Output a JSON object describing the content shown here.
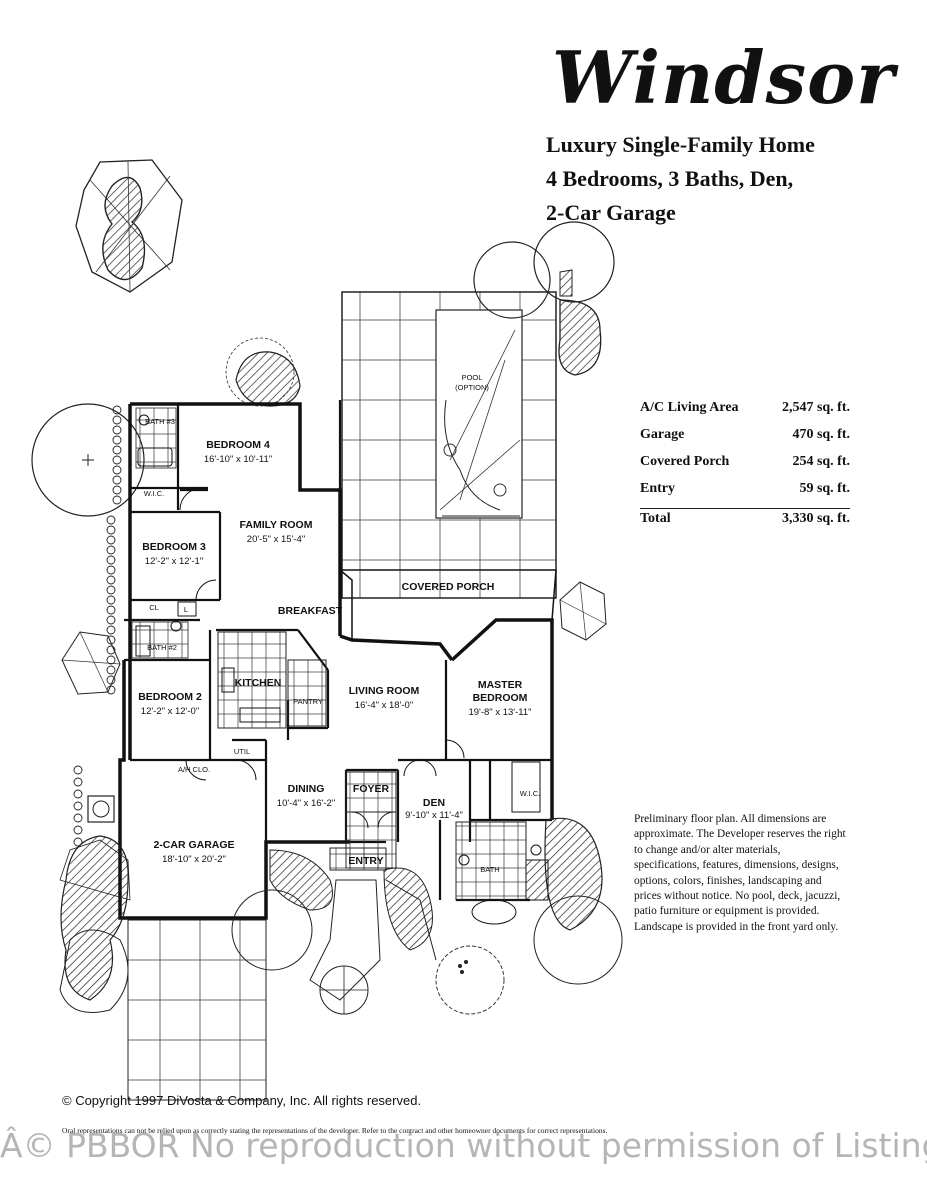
{
  "header": {
    "title": "Windsor",
    "line1": "Luxury Single-Family Home",
    "line2": "4 Bedrooms, 3 Baths, Den,",
    "line3": "2-Car Garage"
  },
  "areas": [
    {
      "label": "A/C Living Area",
      "value": "2,547 sq. ft."
    },
    {
      "label": "Garage",
      "value": "470 sq. ft."
    },
    {
      "label": "Covered Porch",
      "value": "254 sq. ft."
    },
    {
      "label": "Entry",
      "value": "59 sq. ft."
    }
  ],
  "total": {
    "label": "Total",
    "value": "3,330 sq. ft."
  },
  "disclaimer": "Preliminary floor plan. All dimensions are approximate. The Developer reserves the right to change and/or alter materials, specifications, features, dimensions, designs, options, colors, finishes, landscaping and prices without notice. No pool, deck, jacuzzi, patio furniture or equipment is provided. Landscape is provided in the front yard only.",
  "copyright": "© Copyright 1997 DiVosta & Company, Inc. All rights reserved.",
  "oral_note": "Oral representations can not be relied upon as correctly stating the representations of the developer. Refer to the contract and other homeowner documents for correct representations.",
  "watermark": "Â© PBBOR No reproduction without permission of Listing Brok",
  "rooms": {
    "bedroom4": {
      "name": "BEDROOM 4",
      "dim": "16'-10\" x 10'-11\""
    },
    "family": {
      "name": "FAMILY ROOM",
      "dim": "20'-5\" x 15'-4\""
    },
    "bedroom3": {
      "name": "BEDROOM 3",
      "dim": "12'-2\" x 12'-1\""
    },
    "breakfast": {
      "name": "BREAKFAST"
    },
    "covered_porch": {
      "name": "COVERED PORCH"
    },
    "pool": {
      "name": "POOL",
      "note": "(OPTION)"
    },
    "bath3": {
      "name": "BATH #3"
    },
    "wic1": {
      "name": "W.I.C."
    },
    "bath2": {
      "name": "BATH #2"
    },
    "kitchen": {
      "name": "KITCHEN"
    },
    "pantry": {
      "name": "PANTRY"
    },
    "living": {
      "name": "LIVING ROOM",
      "dim": "16'-4\" x 18'-0\""
    },
    "master": {
      "name": "MASTER",
      "name2": "BEDROOM",
      "dim": "19'-8\" x 13'-11\""
    },
    "bedroom2": {
      "name": "BEDROOM 2",
      "dim": "12'-2\" x 12'-0\""
    },
    "util": {
      "name": "UTIL"
    },
    "ah": {
      "name": "A/H CLO."
    },
    "dining": {
      "name": "DINING",
      "dim": "10'-4\" x 16'-2\""
    },
    "foyer": {
      "name": "FOYER"
    },
    "den": {
      "name": "DEN",
      "dim": "9'-10\" x 11'-4\""
    },
    "wic2": {
      "name": "W.I.C."
    },
    "entry": {
      "name": "ENTRY"
    },
    "bath1": {
      "name": "BATH"
    },
    "garage": {
      "name": "2-CAR GARAGE",
      "dim": "18'-10\" x 20'-2\""
    },
    "cl": {
      "name": "CL"
    },
    "l": {
      "name": "L"
    }
  }
}
